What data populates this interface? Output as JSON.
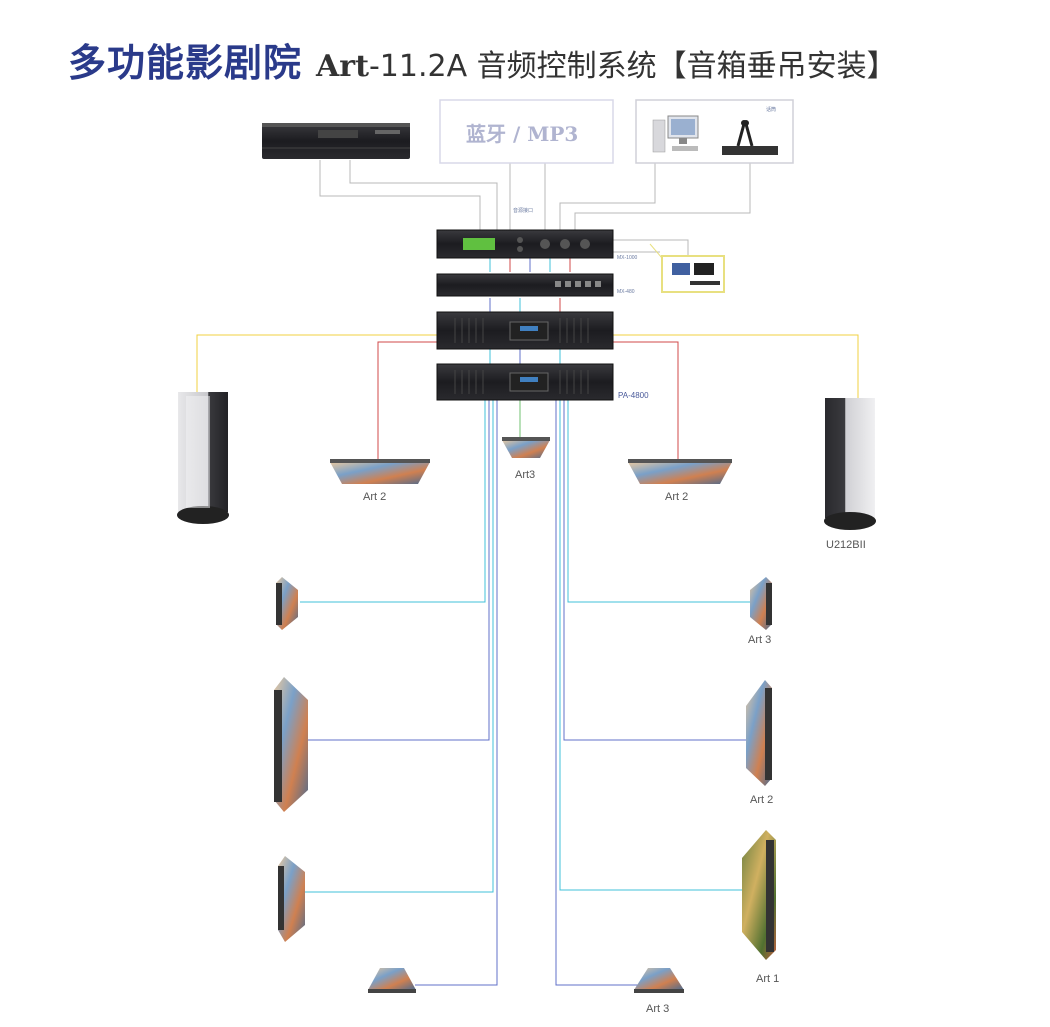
{
  "title": {
    "main": "多功能影剧院",
    "model": "Art",
    "rest": "-11.2A 音频控制系统【音箱垂吊安装】"
  },
  "sources": {
    "bluetooth_mp3": "蓝牙 / MP3",
    "source_input": "音源接口",
    "pc_mic": "话筒"
  },
  "devices": {
    "processor": "MX-1000",
    "mixer": "MX-480",
    "amp_bottom": "PA-4800"
  },
  "speakers": {
    "art2_left": "Art 2",
    "art2_right": "Art 2",
    "art3_center": "Art3",
    "sub_right": "U212BII",
    "art3_right_top": "Art 3",
    "art2_right_mid": "Art 2",
    "art1_right_low": "Art 1",
    "art3_bottom": "Art 3"
  },
  "colors": {
    "title": "#2a3a8a",
    "line_gray": "#b8b8b8",
    "line_yellow": "#f0d040",
    "line_red": "#d04848",
    "line_cyan": "#40c0d8",
    "line_blue": "#6070c8",
    "line_green": "#70c070"
  }
}
